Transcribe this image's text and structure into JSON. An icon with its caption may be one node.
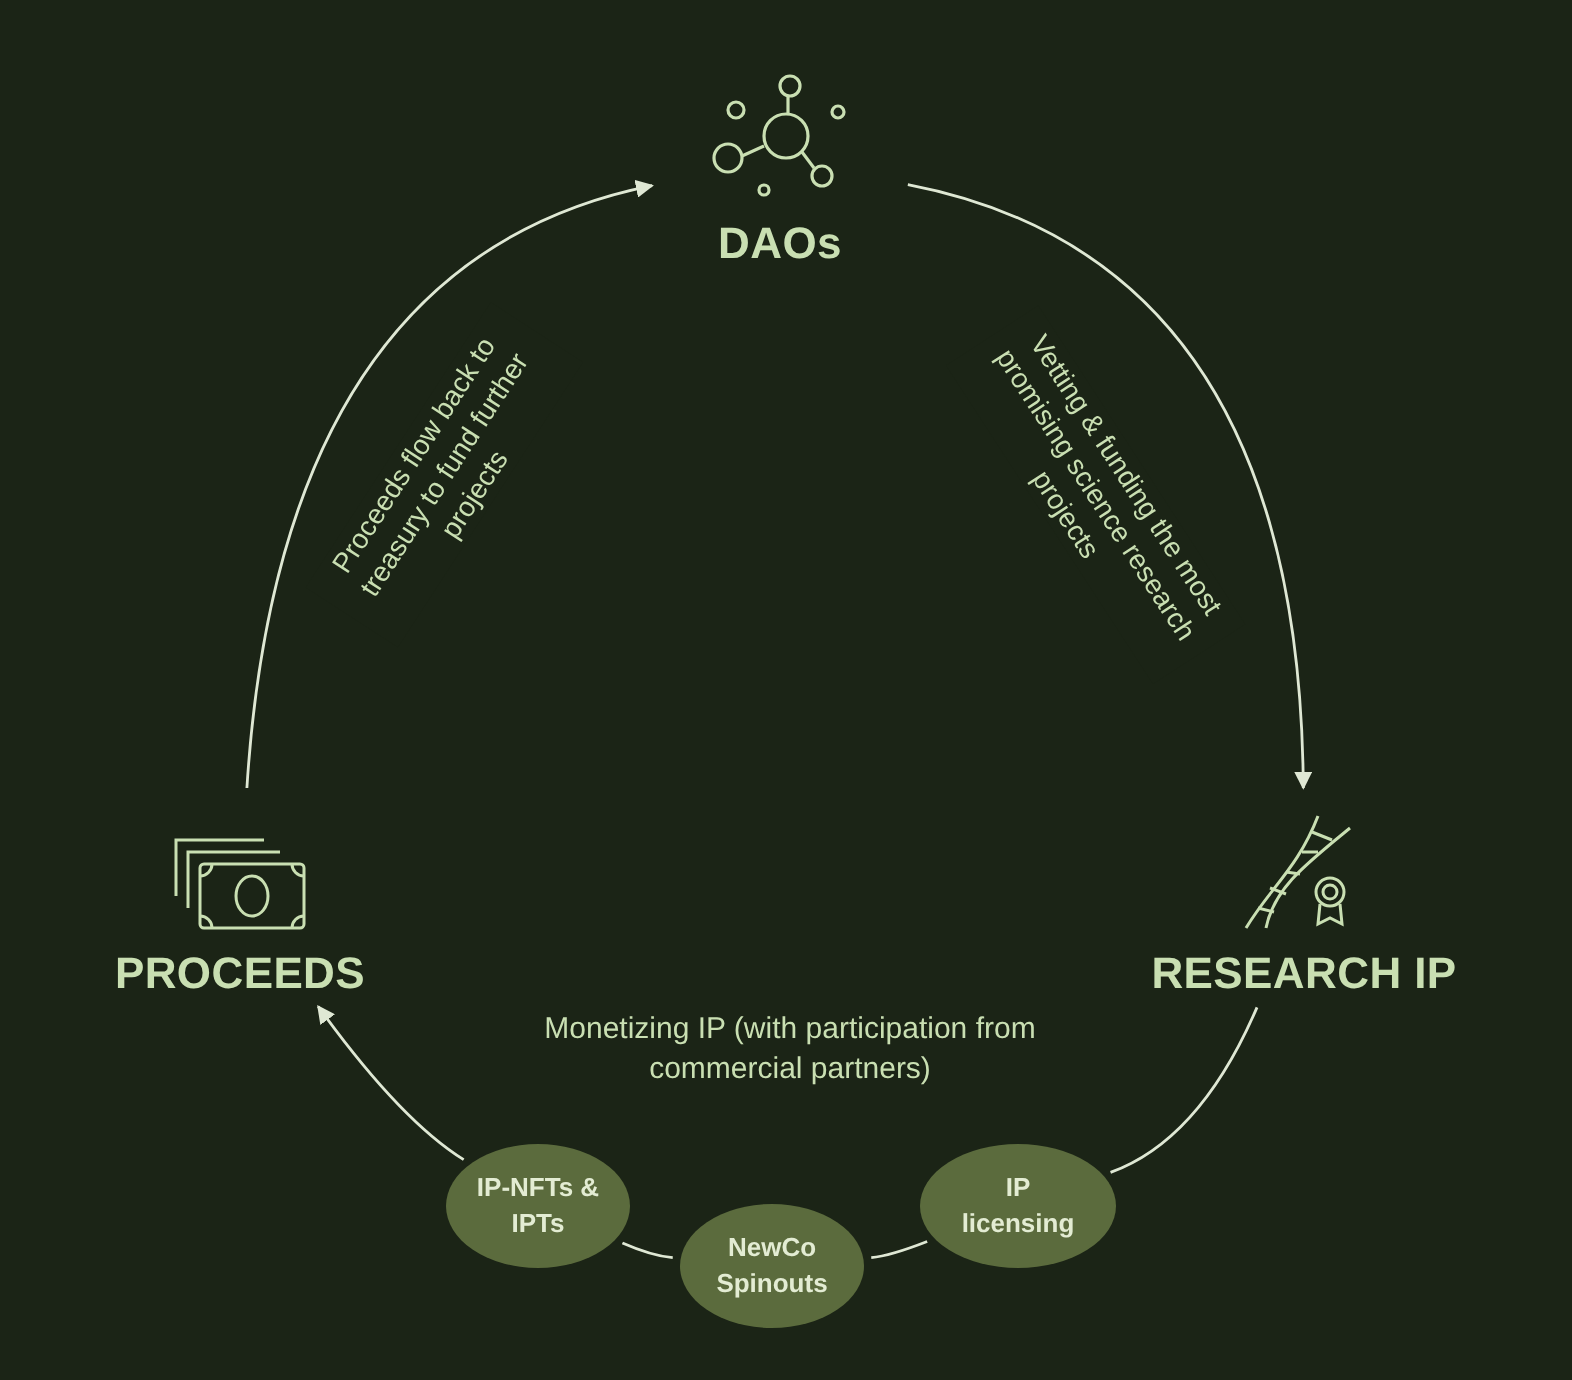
{
  "diagram": {
    "nodes": [
      {
        "text": [
          "DAOs"
        ]
      },
      {
        "text": [
          "RESEARCH IP"
        ]
      },
      {
        "text": [
          "PROCEEDS"
        ]
      },
      {
        "text": [
          "IP-NFTs & IPTs"
        ]
      },
      {
        "text": [
          "NewCo Spinouts"
        ]
      },
      {
        "text": [
          "IP licensing"
        ]
      }
    ],
    "edges": [
      {
        "from": 2,
        "to": 0,
        "arrow": "to",
        "label": "Proceeds flow back to treasury to fund further projects"
      },
      {
        "from": 0,
        "to": 1,
        "arrow": "to",
        "label": "Vetting & funding the most promising science research projects"
      },
      {
        "from": 1,
        "to": 5,
        "arrow": "none"
      },
      {
        "from": 5,
        "to": 4,
        "arrow": "none"
      },
      {
        "from": 4,
        "to": 3,
        "arrow": "none"
      },
      {
        "from": 3,
        "to": 2,
        "arrow": "to"
      }
    ],
    "labels": [
      "Monetizing IP (with participation from commercial partners)"
    ]
  }
}
